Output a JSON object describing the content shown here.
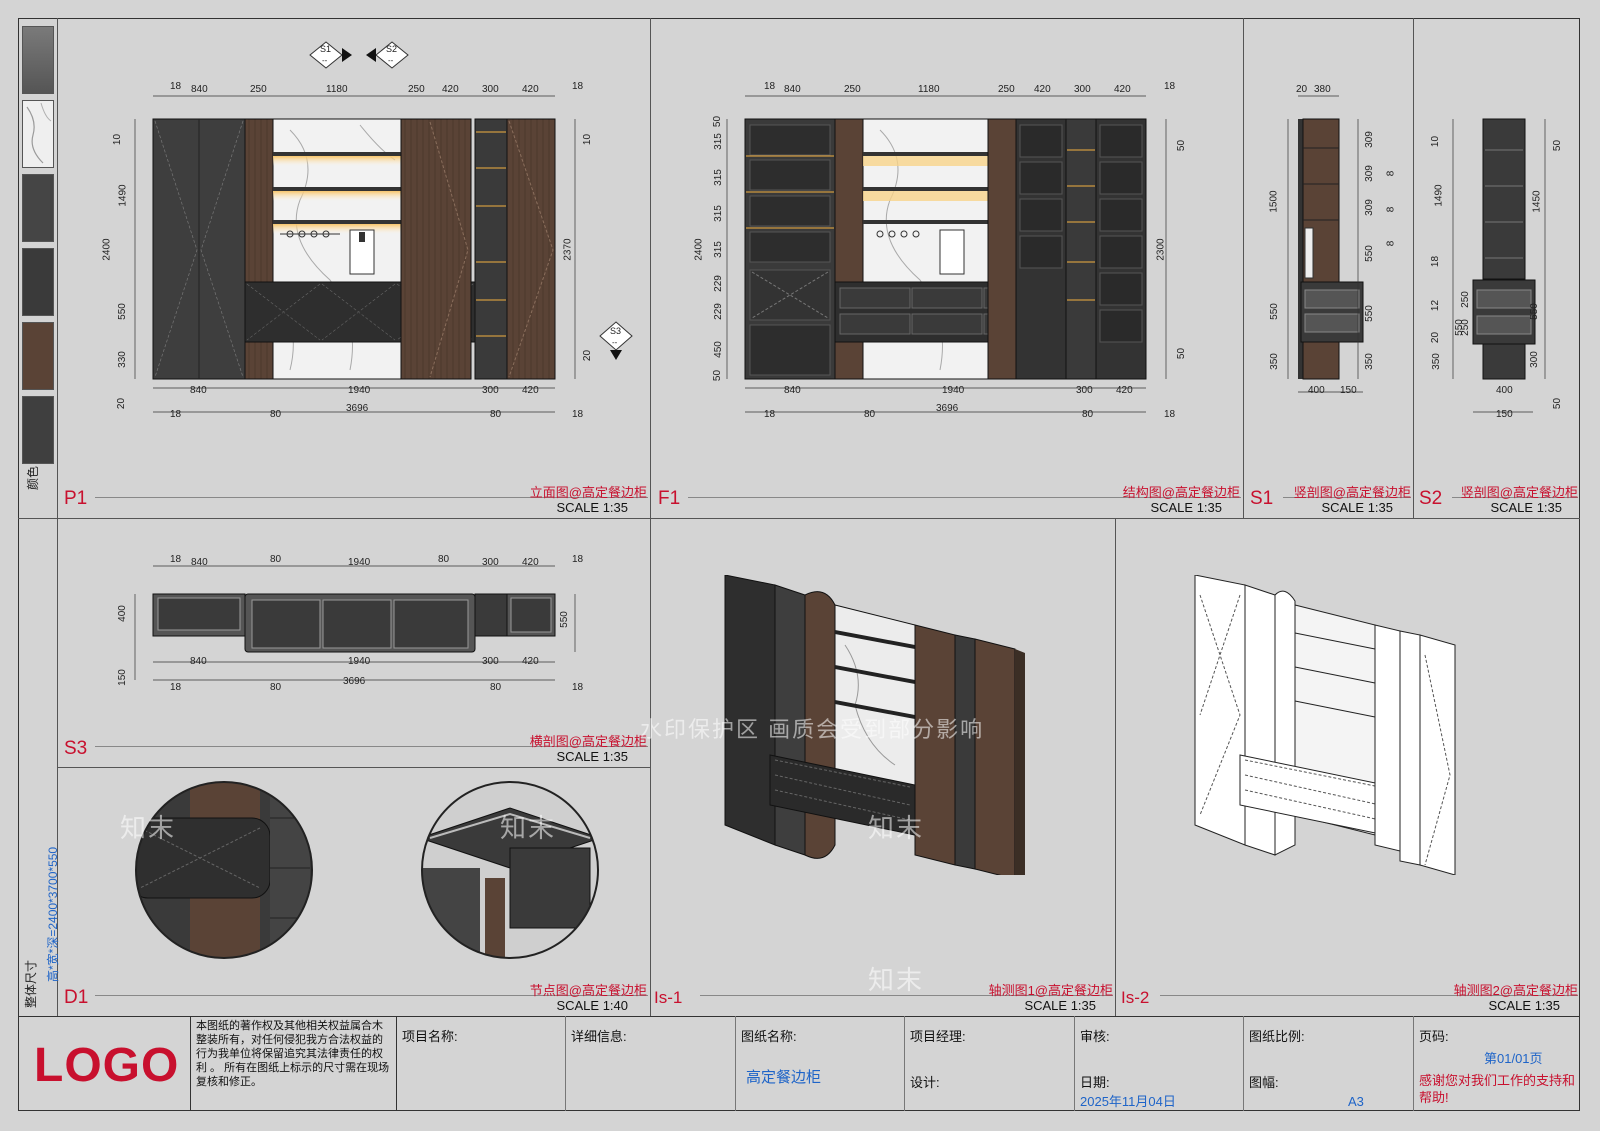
{
  "sidebar": {
    "color_label": "颜色",
    "overall_size_label": "整体尺寸",
    "overall_size_value": "高*宽*深=2400*3700*550"
  },
  "colors": {
    "swatch_1": "#6a6a6a",
    "swatch_2": "#efefef",
    "swatch_3": "#454545",
    "swatch_4": "#3a3a3a",
    "swatch_5": "#5a4336",
    "swatch_6": "#3f3f3f"
  },
  "views": {
    "p1": {
      "code": "P1",
      "title": "立面图@高定餐边柜",
      "scale": "SCALE 1:35"
    },
    "f1": {
      "code": "F1",
      "title": "结构图@高定餐边柜",
      "scale": "SCALE 1:35"
    },
    "s1": {
      "code": "S1",
      "title": "竖剖图@高定餐边柜",
      "scale": "SCALE 1:35"
    },
    "s2": {
      "code": "S2",
      "title": "竖剖图@高定餐边柜",
      "scale": "SCALE 1:35"
    },
    "s3": {
      "code": "S3",
      "title": "横剖图@高定餐边柜",
      "scale": "SCALE 1:35"
    },
    "d1": {
      "code": "D1",
      "title": "节点图@高定餐边柜",
      "scale": "SCALE 1:40"
    },
    "is1": {
      "code": "Is-1",
      "title": "轴测图1@高定餐边柜",
      "scale": "SCALE 1:35"
    },
    "is2": {
      "code": "Is-2",
      "title": "轴测图2@高定餐边柜",
      "scale": "SCALE 1:35"
    }
  },
  "section_tags": {
    "s1": "S1",
    "s2": "S2",
    "s3": "S3",
    "dash": "--"
  },
  "dims": {
    "p1_top": [
      "18",
      "840",
      "250",
      "1180",
      "250",
      "420",
      "300",
      "420",
      "18"
    ],
    "p1_left": [
      "10",
      "1490",
      "2400",
      "550",
      "330",
      "20"
    ],
    "p1_right": [
      "10",
      "2370",
      "20"
    ],
    "p1_bottom1": [
      "840",
      "1940",
      "300",
      "420"
    ],
    "p1_bottom2": [
      "18",
      "80",
      "3696",
      "80",
      "18"
    ],
    "f1_top": [
      "18",
      "840",
      "250",
      "1180",
      "250",
      "420",
      "300",
      "420",
      "18"
    ],
    "f1_left": [
      "50",
      "315",
      "315",
      "315",
      "315",
      "229",
      "229",
      "450",
      "50",
      "2400"
    ],
    "f1_right": [
      "50",
      "2300",
      "50"
    ],
    "f1_bottom1": [
      "840",
      "1940",
      "300",
      "420"
    ],
    "f1_bottom2": [
      "18",
      "80",
      "3696",
      "80",
      "18"
    ],
    "s1_top": [
      "20",
      "380"
    ],
    "s1_left": [
      "1500",
      "550",
      "350"
    ],
    "s1_right": [
      "309",
      "309",
      "309",
      "550",
      "550",
      "350",
      "8",
      "8",
      "8"
    ],
    "s1_bottom": [
      "400",
      "150"
    ],
    "s2_left": [
      "10",
      "1490",
      "18",
      "12",
      "20",
      "350",
      "550"
    ],
    "s2_right": [
      "50",
      "1450",
      "550",
      "300",
      "50",
      "250",
      "250"
    ],
    "s2_bottom": [
      "400",
      "150"
    ],
    "s3_top": [
      "18",
      "840",
      "80",
      "1940",
      "80",
      "300",
      "420",
      "18"
    ],
    "s3_left": [
      "400",
      "150"
    ],
    "s3_right": [
      "550"
    ],
    "s3_bottom1": [
      "840",
      "1940",
      "300",
      "420"
    ],
    "s3_bottom2": [
      "18",
      "80",
      "3696",
      "80",
      "18"
    ]
  },
  "watermark": {
    "text": "水印保护区  画质会受到部分影响",
    "brand": "知末"
  },
  "title_block": {
    "logo": "LOGO",
    "copyright": "本图纸的著作权及其他相关权益属合木整装所有，对任何侵犯我方合法权益的行为我单位将保留追究其法律责任的权利 。 所有在图纸上标示的尺寸需在现场复核和修正。",
    "project_name_label": "项目名称:",
    "detail_label": "详细信息:",
    "drawing_name_label": "图纸名称:",
    "drawing_name_value": "高定餐边柜",
    "pm_label": "项目经理:",
    "design_label": "设计:",
    "review_label": "审核:",
    "date_label": "日期:",
    "date_value": "2025年11月04日",
    "scale_label": "图纸比例:",
    "size_label": "图幅:",
    "size_value": "A3",
    "page_label": "页码:",
    "page_value": "第01/01页",
    "thanks": "感谢您对我们工作的支持和帮助!"
  }
}
